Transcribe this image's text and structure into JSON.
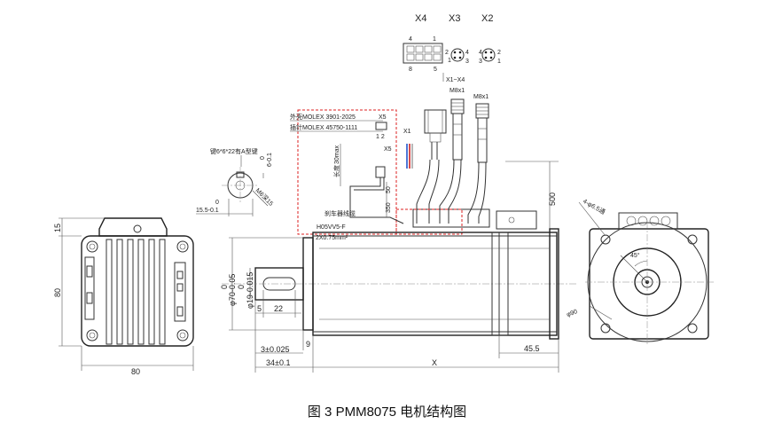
{
  "connectors": {
    "x4": "X4",
    "x3": "X3",
    "x2": "X2",
    "x4_pin_4": "4",
    "x4_pin_1": "1",
    "x4_pin_8": "8",
    "x4_pin_5": "5",
    "x3_pins_left": "2",
    "x3_pin_4": "4",
    "x3_pin_1": "1",
    "x3_pin_3": "3",
    "x2_pin_4": "4",
    "x2_pin_2": "2",
    "x2_pin_3": "3",
    "x2_pin_1": "1",
    "x1_x4": "X1~X4",
    "m8x1_a": "M8x1",
    "m8x1_b": "M8x1",
    "x1": "X1",
    "x5_top": "X5",
    "x5_mid": "X5",
    "pins_12": "1 2"
  },
  "cable": {
    "molex_housing": "外壳MOLEX  3901-2025",
    "molex_terminal": "插针MOLEX  45750-1111",
    "length_30max": "30max",
    "length_30max_prefix": "长度",
    "dim_50": "50",
    "dim_350": "350",
    "brake_label": "刹车器线缆",
    "cable_spec": "H05VV5-F",
    "cable_size": "2X0.75mm²",
    "dim_500": "500"
  },
  "keyway": {
    "spec": "键6*6*22有A型键",
    "dim_0": "0",
    "dim_neg": "6-0.1",
    "dim_155": "15.5-0.1",
    "m6": "M6深15"
  },
  "front_view": {
    "dim_15": "15",
    "dim_80_v": "80",
    "dim_80_h": "80"
  },
  "side_view": {
    "dim_70_0": "0",
    "dim_70": "φ70-0.05",
    "dim_19_0": "0",
    "dim_19": "φ19-0.015",
    "dim_5": "5",
    "dim_22": "22",
    "dim_9": "9",
    "dim_3": "3±0.025",
    "dim_34": "34±0.1",
    "dim_x": "X",
    "dim_455": "45.5"
  },
  "flange_view": {
    "holes": "4-φ6.5通",
    "angle": "45°",
    "dia": "φ90"
  },
  "caption": "图 3  PMM8075 电机结构图"
}
